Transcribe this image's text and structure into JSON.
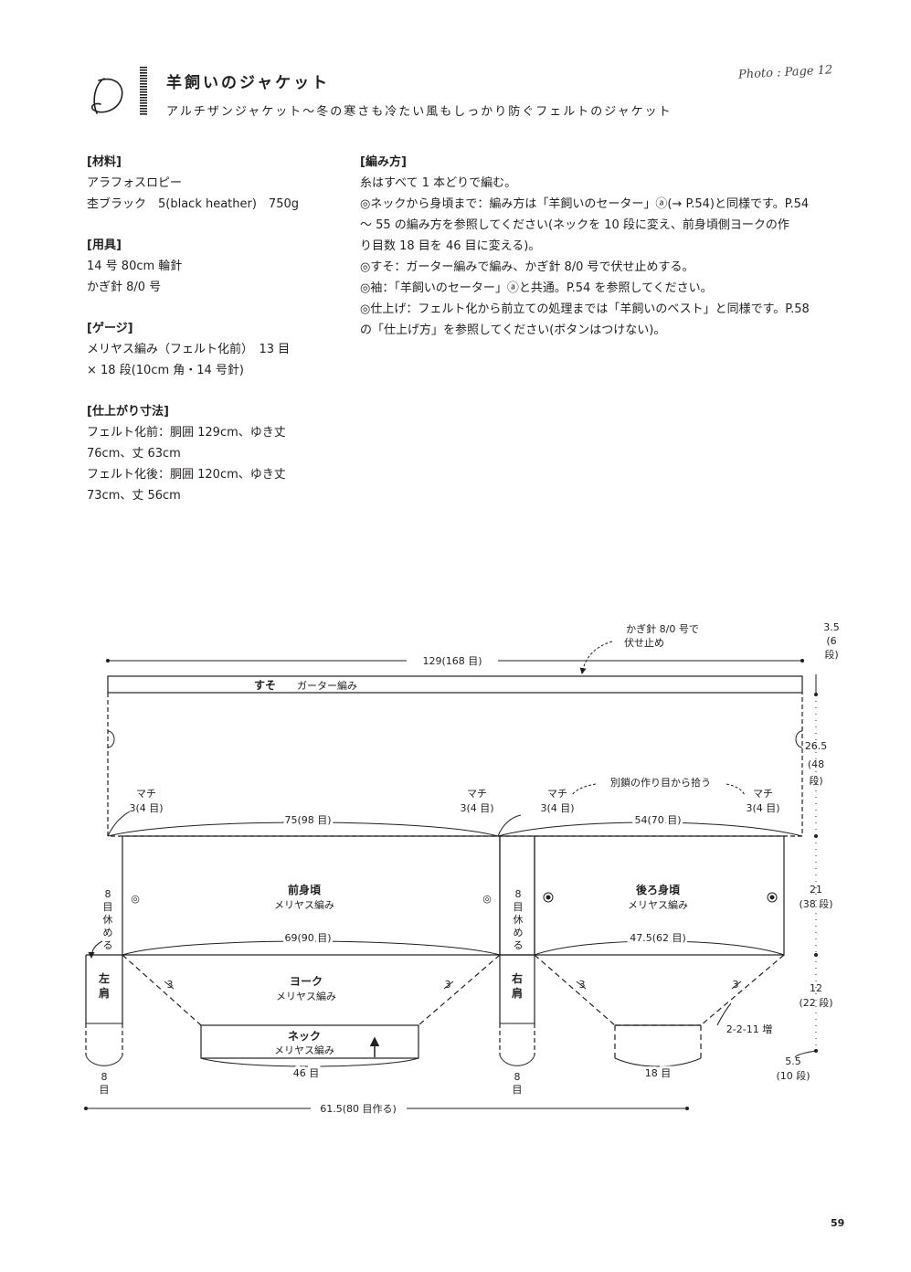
{
  "header": {
    "pattern_letter": "D",
    "title": "羊飼いのジャケット",
    "subtitle": "アルチザンジャケット～冬の寒さも冷たい風もしっかり防ぐフェルトのジャケット",
    "photo_ref": "Photo : Page 12"
  },
  "materials": {
    "heading": "[材料]",
    "lines": [
      "アラフォスロピー",
      "杢ブラック　5(black heather)　750g"
    ]
  },
  "tools": {
    "heading": "[用具]",
    "lines": [
      "14 号 80cm 輪針",
      "かぎ針 8/0 号"
    ]
  },
  "gauge": {
    "heading": "[ゲージ]",
    "lines": [
      "メリヤス編み（フェルト化前）　13 目",
      "× 18 段(10cm 角・14 号針)"
    ]
  },
  "finished": {
    "heading": "[仕上がり寸法]",
    "lines": [
      "フェルト化前：胴囲 129cm、ゆき丈",
      "76cm、丈 63cm",
      "フェルト化後：胴囲 120cm、ゆき丈",
      "73cm、丈 56cm"
    ]
  },
  "method": {
    "heading": "[編み方]",
    "lines": [
      "糸はすべて 1 本どりで編む。",
      "◎ネックから身頃まで：編み方は「羊飼いのセーター」ⓐ(→ P.54)と同様です。P.54",
      "～ 55 の編み方を参照してください(ネックを 10 段に変え、前身頃側ヨークの作",
      "り目数 18 目を 46 目に変える)。",
      "◎すそ：ガーター編みで編み、かぎ針 8/0 号で伏せ止めする。",
      "◎袖：「羊飼いのセーター」ⓐと共通。P.54 を参照してください。",
      "◎仕上げ：フェルト化から前立ての処理までは「羊飼いのベスト」と同様です。P.58",
      "の「仕上げ方」を参照してください(ボタンはつけない)。"
    ]
  },
  "diagram": {
    "crochet_note_1": "かぎ針 8/0 号で",
    "crochet_note_2": "伏せ止め",
    "hem_width": "129(168 目)",
    "hem_label": "すそ",
    "hem_stitch": "ガーター編み",
    "dim_top_1": "3.5",
    "dim_top_2": "(6",
    "dim_top_3": "段)",
    "dim_hem_1": "26.5",
    "dim_hem_2": "(48",
    "dim_hem_3": "段)",
    "pickup_note": "別鎖の作り目から拾う",
    "gusset": "マチ",
    "gusset_count": "3(4 目)",
    "front_width": "75(98 目)",
    "back_width": "54(70 目)",
    "hold_v": [
      "8",
      "目",
      "休",
      "め",
      "る"
    ],
    "front_label": "前身頃",
    "stockinette": "メリヤス編み",
    "back_label": "後ろ身頃",
    "dim_body_1": "21",
    "dim_body_2": "(38 段)",
    "front_yoke_width": "69(90 目)",
    "back_yoke_width": "47.5(62 目)",
    "left_shoulder": [
      "左",
      "肩"
    ],
    "right_shoulder": [
      "右",
      "肩"
    ],
    "yoke_label": "ヨーク",
    "dec_mark": "3",
    "increase_note": "2-2-11 増",
    "dim_yoke_1": "12",
    "dim_yoke_2": "(22 段)",
    "neck_label": "ネック",
    "dim_neck_1": "5.5",
    "dim_neck_2": "(10 段)",
    "front_neck": "46 目",
    "back_neck": "18 目",
    "shoulder_num": "8",
    "shoulder_unit": "目",
    "total_cast_on": "61.5(80 目作る)"
  },
  "page_number": "59"
}
